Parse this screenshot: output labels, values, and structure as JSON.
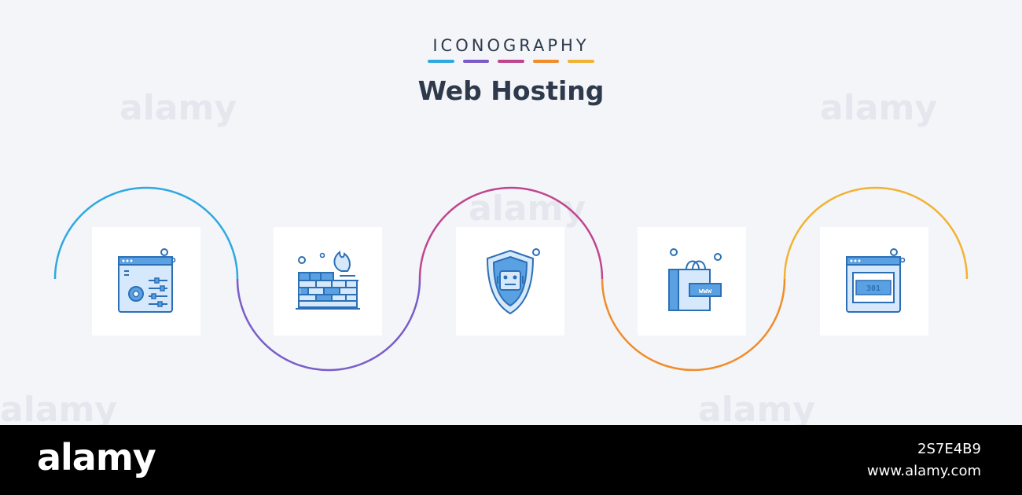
{
  "header": {
    "kicker": "ICONOGRAPHY",
    "title": "Web Hosting",
    "bar_colors": [
      "#2fa8e0",
      "#7a5cc8",
      "#c0458f",
      "#f08c2a",
      "#f2b233"
    ]
  },
  "watermark": "alamy",
  "cards": [
    {
      "icon": "browser-settings-icon",
      "color": "#4a90d9"
    },
    {
      "icon": "firewall-icon",
      "color": "#4a90d9"
    },
    {
      "icon": "robot-shield-icon",
      "color": "#4a90d9"
    },
    {
      "icon": "shopping-bag-www-icon",
      "color": "#4a90d9"
    },
    {
      "icon": "browser-301-icon",
      "color": "#4a90d9",
      "label": "301"
    }
  ],
  "wave_colors": [
    "#2fa8e0",
    "#7a5cc8",
    "#c0458f",
    "#f08c2a",
    "#f2b233"
  ],
  "footer": {
    "brand": "alamy",
    "image_id": "2S7E4B9",
    "site": "www.alamy.com"
  }
}
